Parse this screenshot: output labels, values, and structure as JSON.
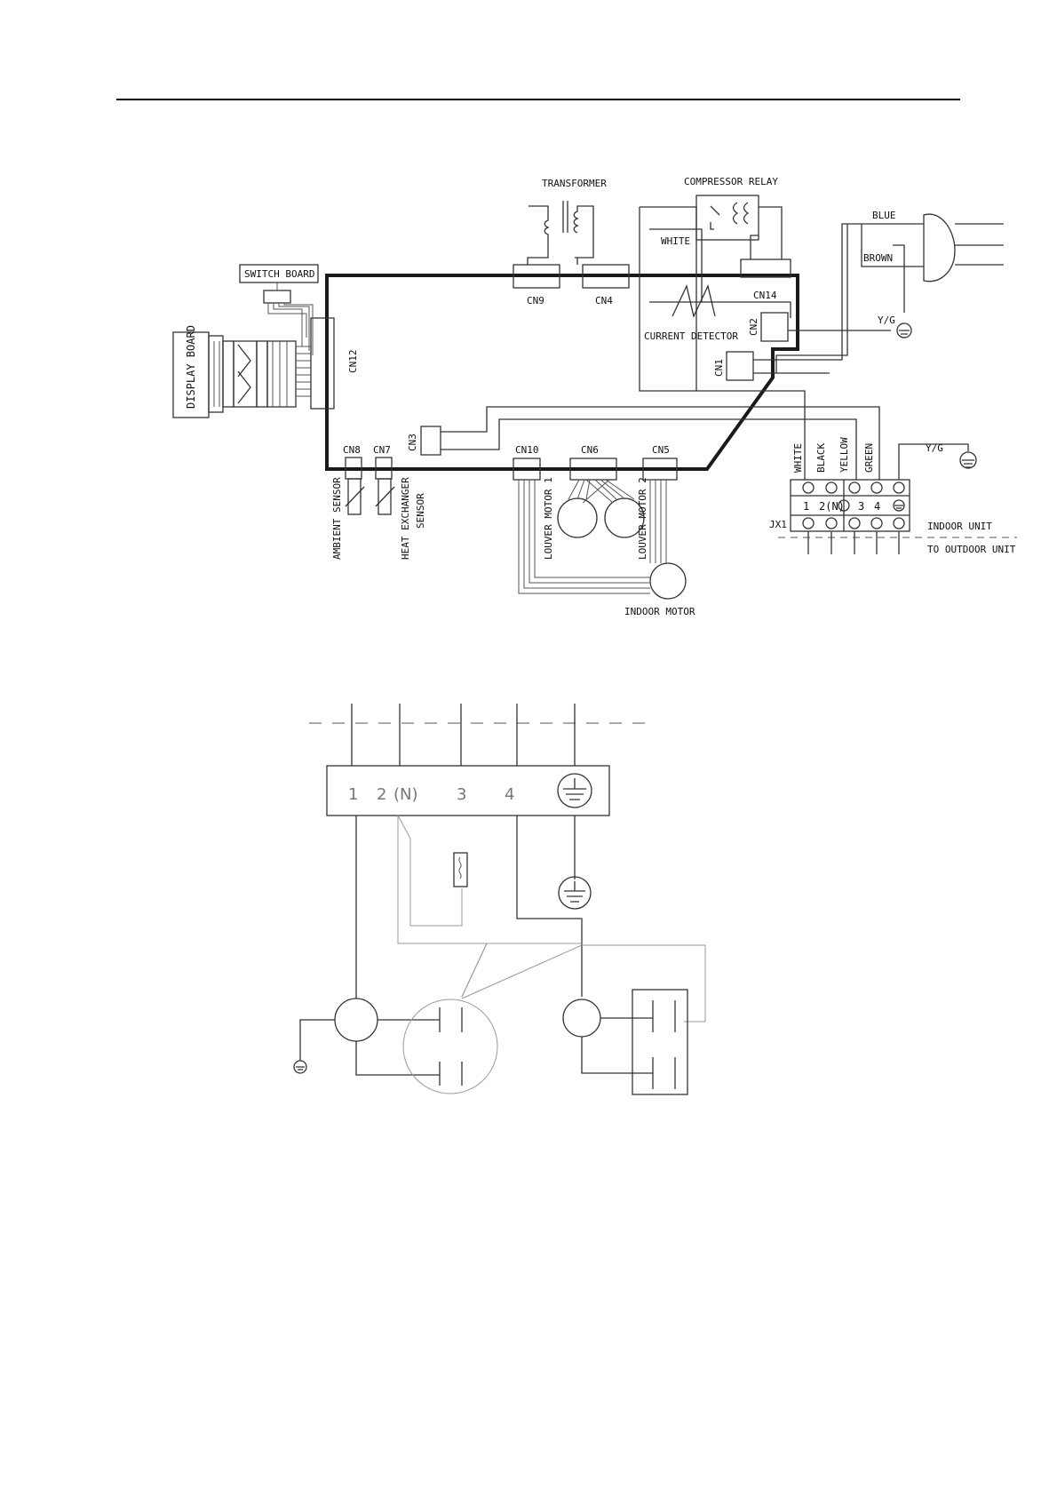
{
  "labels": {
    "transformer": "TRANSFORMER",
    "compressor_relay": "COMPRESSOR RELAY",
    "white_relay": "WHITE",
    "blue": "BLUE",
    "brown": "BROWN",
    "yg_top": "Y/G",
    "yg_mid": "Y/G",
    "switch_board": "SWITCH BOARD",
    "display_board": "DISPLAY BOARD",
    "cn12": "CN12",
    "cn9": "CN9",
    "cn4": "CN4",
    "cn14": "CN14",
    "cn2": "CN2",
    "cn1": "CN1",
    "cn3": "CN3",
    "cn8": "CN8",
    "cn7": "CN7",
    "cn10": "CN10",
    "cn6": "CN6",
    "cn5": "CN5",
    "current_detector": "CURRENT DETECTOR",
    "ambient_sensor": "AMBIENT SENSOR",
    "heat_exchanger_sensor_1": "HEAT EXCHANGER",
    "heat_exchanger_sensor_2": "SENSOR",
    "louver_motor_1": "LOUVER MOTOR 1",
    "louver_motor_2": "LOUVER MOTOR 2",
    "indoor_motor": "INDOOR MOTOR",
    "wire_white": "WHITE",
    "wire_black": "BLACK",
    "wire_yellow": "YELLOW",
    "wire_green": "GREEN",
    "terminal_1": "1",
    "terminal_2n": "2(N)",
    "terminal_3": "3",
    "terminal_4": "4",
    "jx1": "JX1",
    "indoor_unit": "INDOOR UNIT",
    "to_outdoor_unit": "TO OUTDOOR UNIT"
  },
  "outdoor": {
    "t1": "1",
    "t2": "2",
    "t2n": "(N)",
    "t3": "3",
    "t4": "4"
  }
}
